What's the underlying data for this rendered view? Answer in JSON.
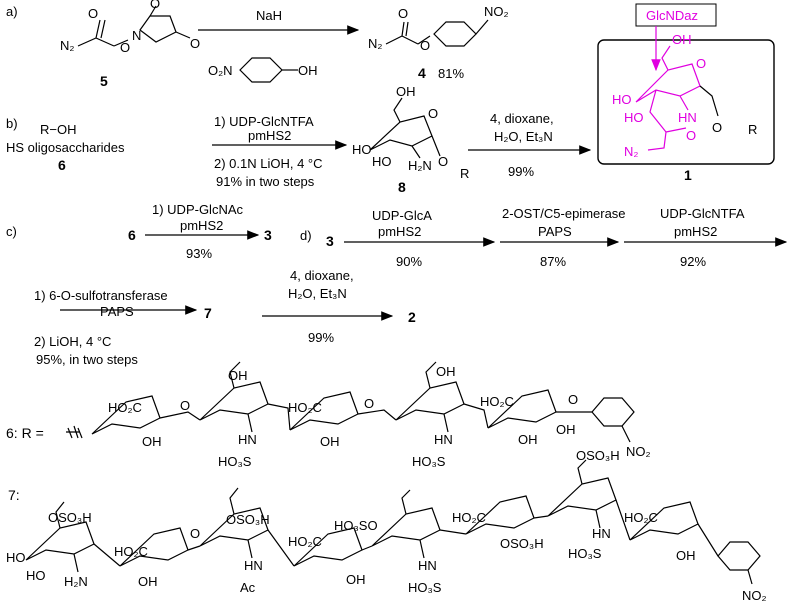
{
  "panel_a": {
    "tag": "a)",
    "reagent_top": "NaH",
    "sm_label": "5",
    "product_label": "4",
    "product_yield": "81%",
    "n2": "N₂",
    "no2": "NO₂",
    "oh": "OH",
    "o2n": "O₂N"
  },
  "panel_b": {
    "tag": "b)",
    "sm_formula": "R−OH",
    "sm_name": "HS oligosaccharides",
    "sm_label": "6",
    "step1": "1) UDP-GlcNTFA",
    "step1b": "pmHS2",
    "step2": "2) 0.1N LiOH, 4 °C",
    "step3": "91% in two steps",
    "inter_label": "8",
    "r2_1": "4, dioxane,",
    "r2_2": "H₂O, Et₃N",
    "r2_yield": "99%",
    "product_label": "1",
    "glcndaz": "GlcNDaz",
    "nh": "HN",
    "r": "R"
  },
  "panel_c": {
    "tag": "c)",
    "sm_label": "6",
    "r1": "1) UDP-GlcNAc",
    "r2": "pmHS2",
    "yield": "93%",
    "product_label": "3"
  },
  "panel_d": {
    "tag": "d)",
    "sm_label": "3",
    "s1_top": "UDP-GlcA",
    "s1_mid": "pmHS2",
    "s1_yield": "90%",
    "s2_top": "2-OST/C5-epimerase",
    "s2_mid": "PAPS",
    "s2_yield": "87%",
    "s3_top": "UDP-GlcNTFA",
    "s3_mid": "pmHS2",
    "s3_yield": "92%",
    "s4_l1": "1) 6-O-sulfotransferase",
    "s4_l2": "PAPS",
    "s4_l3": "2) LiOH, 4 °C",
    "s4_l4": "95%, in two steps",
    "inter_label": "7",
    "s5_l1": "4, dioxane,",
    "s5_l2": "H₂O, Et₃N",
    "s5_yield": "99%",
    "product_label": "2"
  },
  "struct_6": {
    "label": "6: R =",
    "groups": [
      "OH",
      "HO₂C",
      "O",
      "O",
      "OH",
      "HO₂C",
      "OH",
      "HO₂C",
      "O",
      "OH",
      "OH",
      "HN",
      "HO₃S",
      "HN",
      "HO₃S",
      "NO₂",
      "OH"
    ]
  },
  "struct_7": {
    "label": "7:",
    "groups": [
      "OSO₃H",
      "HO",
      "HO",
      "H₂N",
      "HO₂C",
      "OSO₃H",
      "O",
      "HN",
      "Ac",
      "HO₂C",
      "HO₃SO",
      "HN",
      "HO₃S",
      "HO₂C",
      "OSO₃H",
      "OSO₃H",
      "HN",
      "HO₃S",
      "HO₂C",
      "OH",
      "NO₂",
      "OH",
      "OH"
    ]
  }
}
